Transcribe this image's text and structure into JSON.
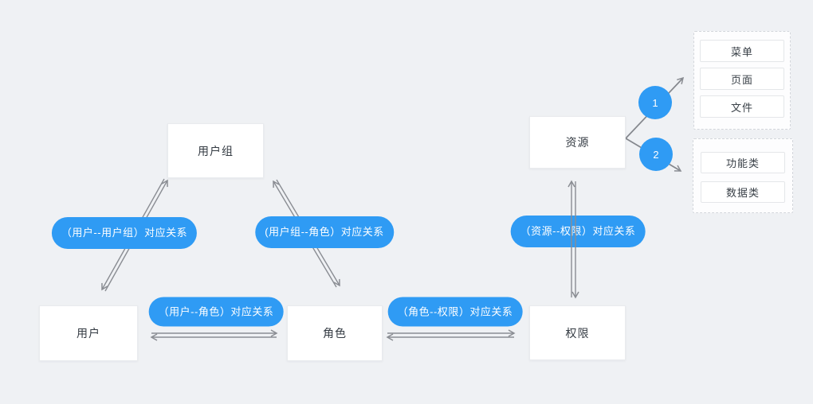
{
  "canvas": {
    "background": "#eff1f4",
    "accent_blue": "#2f9bf4",
    "line_gray": "#8a8d93"
  },
  "nodes": {
    "user_group": "用户组",
    "user": "用户",
    "role": "角色",
    "permission": "权限",
    "resource": "资源"
  },
  "relations": {
    "user_usergroup": "（用户--用户组）对应关系",
    "usergroup_role": "(用户组--角色）对应关系",
    "user_role": "（用户--角色）对应关系",
    "role_permission": "（角色--权限）对应关系",
    "resource_permission": "（资源--权限）对应关系"
  },
  "badges": {
    "b1": "1",
    "b2": "2"
  },
  "resource_groups": [
    {
      "items": [
        "菜单",
        "页面",
        "文件"
      ]
    },
    {
      "items": [
        "功能类",
        "数据类"
      ]
    }
  ]
}
